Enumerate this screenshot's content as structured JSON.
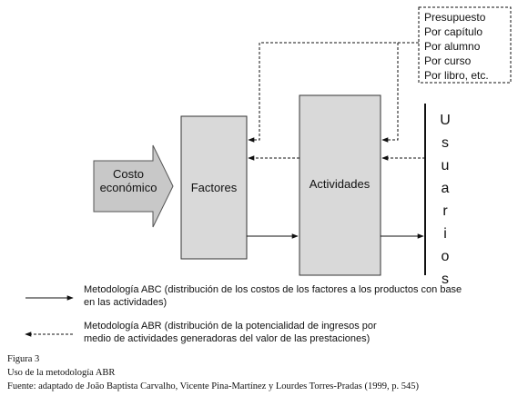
{
  "diagram": {
    "cost_label_line1": "Costo",
    "cost_label_line2": "económico",
    "factors_label": "Factores",
    "activities_label": "Actividades",
    "users_letters": [
      "U",
      "s",
      "u",
      "a",
      "r",
      "i",
      "o",
      "s"
    ],
    "drivers": [
      "Presupuesto",
      "Por capítulo",
      "Por alumno",
      "Por curso",
      "Por libro, etc."
    ]
  },
  "legend": {
    "abc_line1": "Metodología ABC (distribución de los costos de los factores a los productos con base",
    "abc_line2": "en las actividades)",
    "abr_line1": "Metodología ABR (distribución de la potencialidad de ingresos por",
    "abr_line2": "medio de actividades generadoras del valor de las prestaciones)"
  },
  "caption": {
    "figure": "Figura 3",
    "title": "Uso de la metodología ABR",
    "source": "Fuente: adaptado de João Baptista Carvalho, Vicente Pina-Martínez y Lourdes Torres-Pradas (1999, p. 545)"
  },
  "colors": {
    "box_fill": "#d9d9d9",
    "arrow_fill": "#c8c8c8",
    "line": "#111111"
  }
}
